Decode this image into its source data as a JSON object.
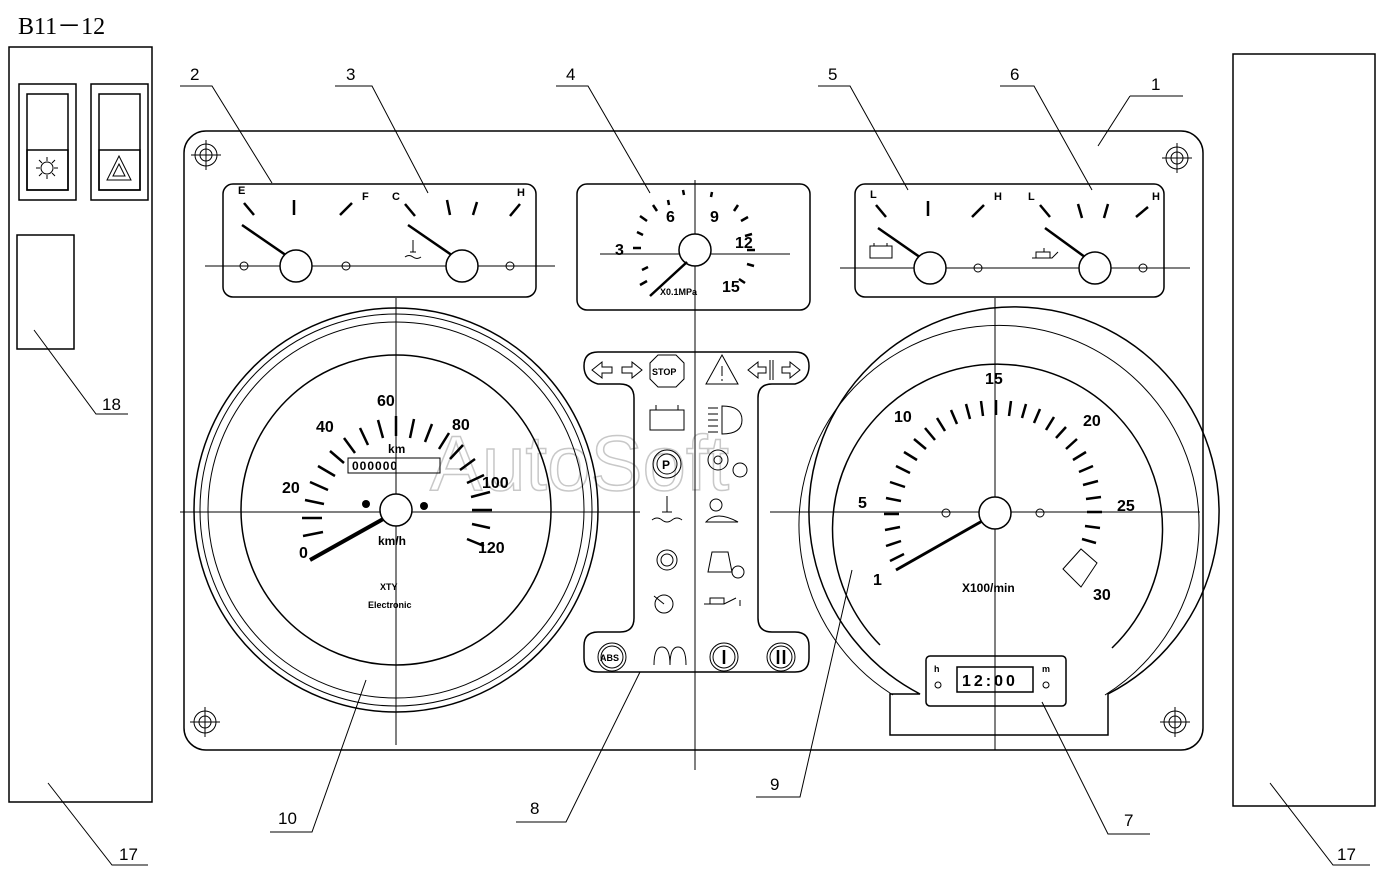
{
  "title": "B11－12",
  "watermark": "AutoSoft",
  "callouts": [
    "1",
    "2",
    "3",
    "4",
    "5",
    "6",
    "7",
    "8",
    "9",
    "10",
    "17",
    "17",
    "18"
  ],
  "fuel_gauge": {
    "e": "E",
    "f": "F"
  },
  "water_temp_gauge": {
    "c": "C",
    "h": "H"
  },
  "volt_gauge": {
    "l": "L",
    "h": "H"
  },
  "oil_temp_gauge": {
    "l": "L",
    "h": "H"
  },
  "pressure_gauge": {
    "nums": [
      "3",
      "6",
      "9",
      "12",
      "15"
    ],
    "unit": "X0.1MPa"
  },
  "speedometer": {
    "nums": [
      "0",
      "20",
      "40",
      "60",
      "80",
      "100",
      "120"
    ],
    "km": "km",
    "odometer": "000000",
    "unit": "km/h",
    "brand": "XTY",
    "brand2": "Electronic"
  },
  "tachometer": {
    "nums": [
      "1",
      "5",
      "10",
      "15",
      "20",
      "25",
      "30"
    ],
    "unit": "X100/min"
  },
  "clock": {
    "h": "h",
    "m": "m",
    "time": "12:00"
  },
  "indicators": {
    "stop": "STOP",
    "abs": "ABS",
    "p": "P"
  }
}
